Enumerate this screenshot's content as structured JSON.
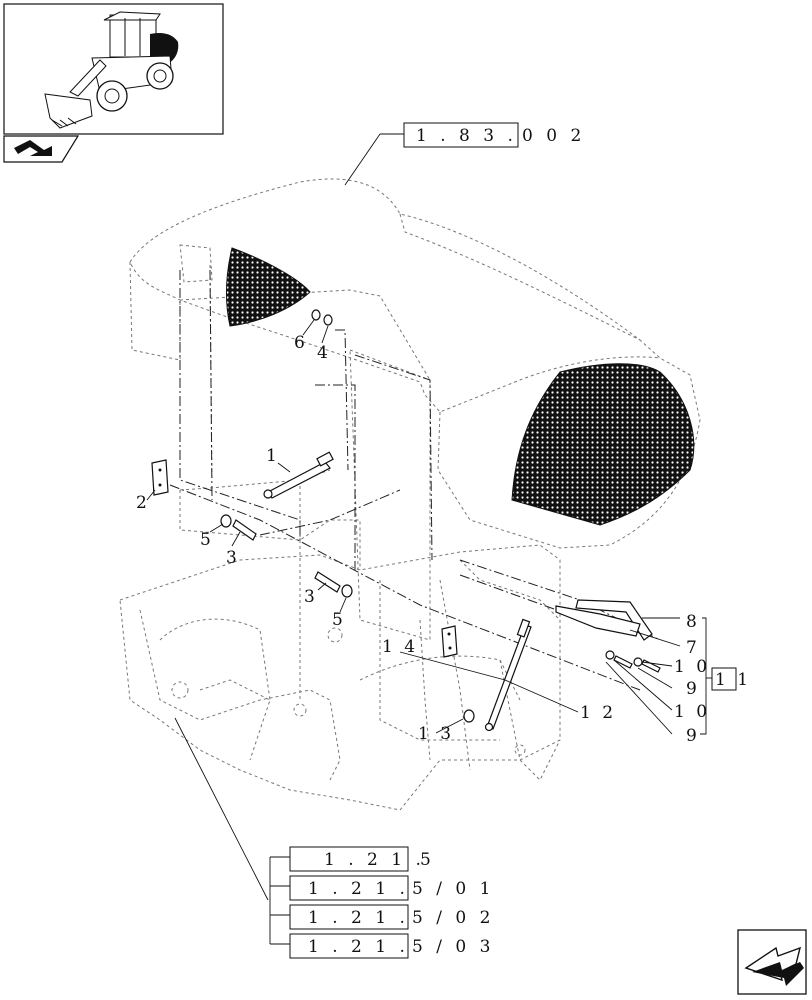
{
  "diagram": {
    "top_reference": {
      "main": "1 . 8 3 .",
      "suffix": "0   0 2"
    },
    "part_labels": [
      {
        "id": "p1",
        "text": "1"
      },
      {
        "id": "p2",
        "text": "2"
      },
      {
        "id": "p3a",
        "text": "3"
      },
      {
        "id": "p3b",
        "text": "3"
      },
      {
        "id": "p4",
        "text": "4"
      },
      {
        "id": "p5a",
        "text": "5"
      },
      {
        "id": "p5b",
        "text": "5"
      },
      {
        "id": "p6",
        "text": "6"
      },
      {
        "id": "p7",
        "text": "7"
      },
      {
        "id": "p8",
        "text": "8"
      },
      {
        "id": "p9a",
        "text": "9"
      },
      {
        "id": "p9b",
        "text": "9"
      },
      {
        "id": "p10a",
        "text": "1 0"
      },
      {
        "id": "p10b",
        "text": "1 0"
      },
      {
        "id": "p11",
        "text": "1 1"
      },
      {
        "id": "p12",
        "text": "1 2"
      },
      {
        "id": "p13",
        "text": "1 3"
      },
      {
        "id": "p14",
        "text": "1 4"
      }
    ],
    "bottom_references": [
      {
        "main": "1 . 2 1 .",
        "suffix": "5"
      },
      {
        "main": "1 . 2 1 .",
        "suffix": "5 / 0 1"
      },
      {
        "main": "1 . 2 1 .",
        "suffix": "5 / 0 2"
      },
      {
        "main": "1 . 2 1 .",
        "suffix": "5 / 0 3"
      }
    ],
    "icons": [
      "loader-thumbnail-icon",
      "back-arrow-icon",
      "next-arrow-icon"
    ]
  }
}
